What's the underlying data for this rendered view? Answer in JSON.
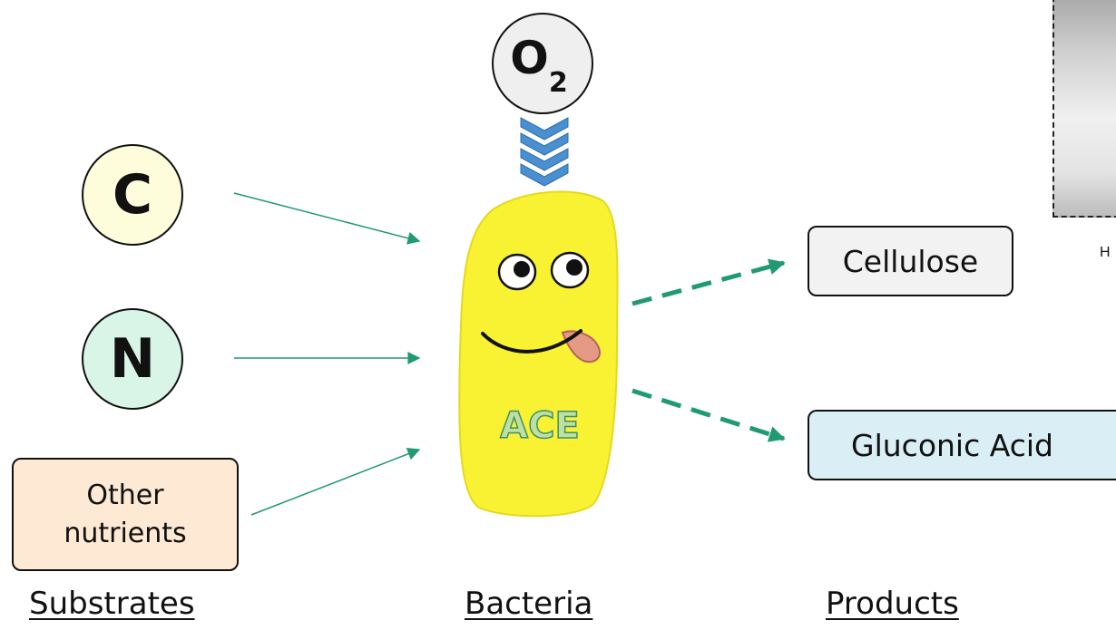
{
  "oxygen": {
    "symbol": "O",
    "subscript": "2"
  },
  "substrates": {
    "carbon": "C",
    "nitrogen": "N",
    "other_line1": "Other",
    "other_line2": "nutrients"
  },
  "bacterium": {
    "label": "ACE"
  },
  "products": {
    "cellulose": "Cellulose",
    "gluconic_acid": "Gluconic Acid"
  },
  "captions": {
    "substrates": "Substrates",
    "bacteria": "Bacteria",
    "products": "Products"
  },
  "photo_caption": "H",
  "colors": {
    "carbon_fill": "#fdfddc",
    "nitrogen_fill": "#d9f5e7",
    "oxygen_fill": "#efefef",
    "other_fill": "#fde9d4",
    "cellulose_fill": "#f2f2f2",
    "gluconic_fill": "#d9eef5",
    "arrow_color": "#1f9a73",
    "chevron_color": "#4a90d0",
    "bacterium_fill": "#f8f233"
  }
}
